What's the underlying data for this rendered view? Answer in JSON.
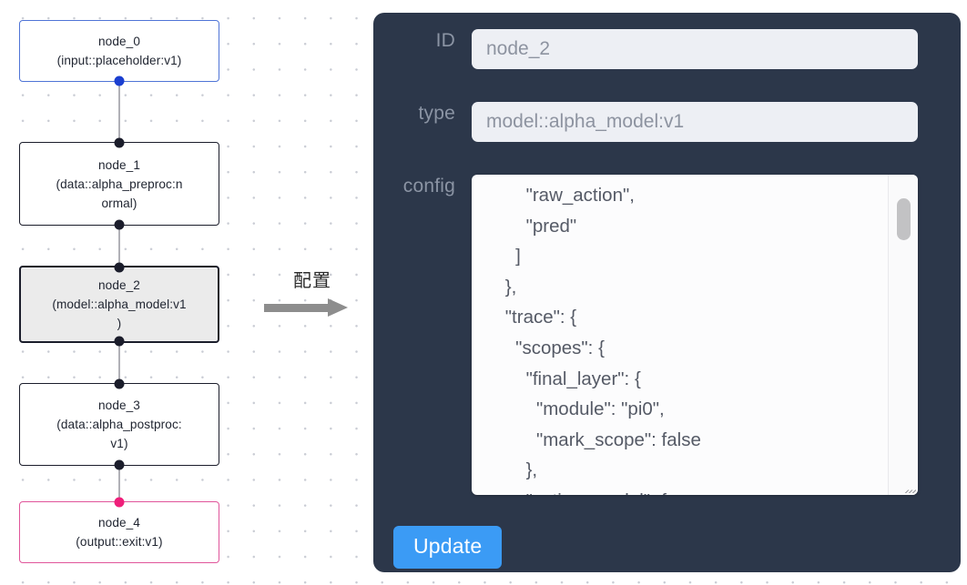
{
  "canvas": {
    "nodes": [
      {
        "id": "node_0",
        "title": "node_0",
        "subtitle": "(input::placeholder:v1)",
        "variant": "input",
        "selected": false
      },
      {
        "id": "node_1",
        "title": "node_1",
        "subtitle": "(data::alpha_preproc:n\normal)",
        "variant": "default",
        "selected": false
      },
      {
        "id": "node_2",
        "title": "node_2",
        "subtitle": "(model::alpha_model:v1\n)",
        "variant": "default",
        "selected": true
      },
      {
        "id": "node_3",
        "title": "node_3",
        "subtitle": "(data::alpha_postproc:\nv1)",
        "variant": "default",
        "selected": false
      },
      {
        "id": "node_4",
        "title": "node_4",
        "subtitle": "(output::exit:v1)",
        "variant": "output",
        "selected": false
      }
    ],
    "colors": {
      "input_border": "#4f74d6",
      "output_border": "#e0559a",
      "default_border": "#1b1d2b",
      "selected_fill": "#ebebeb",
      "edge": "#b1b1b7",
      "handle": "#1b1d2b",
      "handle_input": "#1b3fd0",
      "handle_output": "#ef1f7a",
      "dot_grid": "#c9ccd4"
    }
  },
  "annotation": {
    "label": "配置",
    "arrow_icon": "arrow-right-icon",
    "arrow_color": "#8d8d8d"
  },
  "inspector": {
    "panel_color": "#2c374a",
    "fields": {
      "id": {
        "label": "ID",
        "value": "node_2",
        "placeholder": "node_2"
      },
      "type": {
        "label": "type",
        "value": "model::alpha_model:v1",
        "placeholder": "model::alpha_model:v1"
      },
      "config": {
        "label": "config"
      }
    },
    "config_text": "        \"raw_action\",\n        \"pred\"\n      ]\n    },\n    \"trace\": {\n      \"scopes\": {\n        \"final_layer\": {\n          \"module\": \"pi0\",\n          \"mark_scope\": false\n        },\n        \"action_model\": {",
    "scrollbar": {
      "name": "vertical-scrollbar"
    },
    "resize_grip": "resize-grip-icon",
    "update_button": {
      "label": "Update",
      "color": "#3b9bf5"
    }
  }
}
